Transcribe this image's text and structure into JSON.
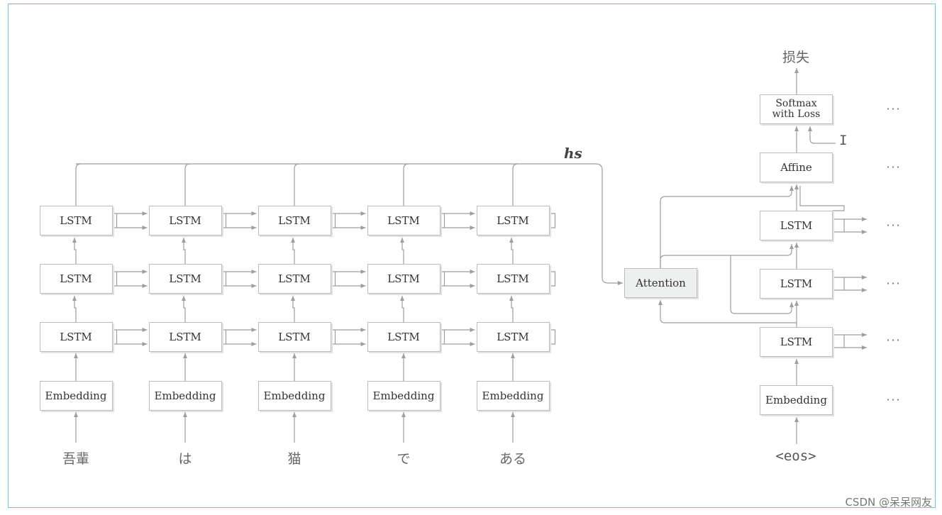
{
  "encoder": {
    "tokens": [
      "吾輩",
      "は",
      "猫",
      "で",
      "ある"
    ],
    "embedding_label": "Embedding",
    "lstm_label": "LSTM"
  },
  "hs_label": "hs",
  "attention_label": "Attention",
  "decoder": {
    "input_token": "<eos>",
    "embedding_label": "Embedding",
    "lstm_label": "LSTM",
    "affine_label": "Affine",
    "softmax_line1": "Softmax",
    "softmax_line2": "with Loss",
    "target_label": "I",
    "loss_label": "损失",
    "ellipsis": "···"
  },
  "watermark": "CSDN @呆呆网友",
  "colors": {
    "frame": "#6cc3dc",
    "line": "#9e9e9e",
    "box_border": "#bdbdbd",
    "attention_fill": "#eef0f0"
  }
}
